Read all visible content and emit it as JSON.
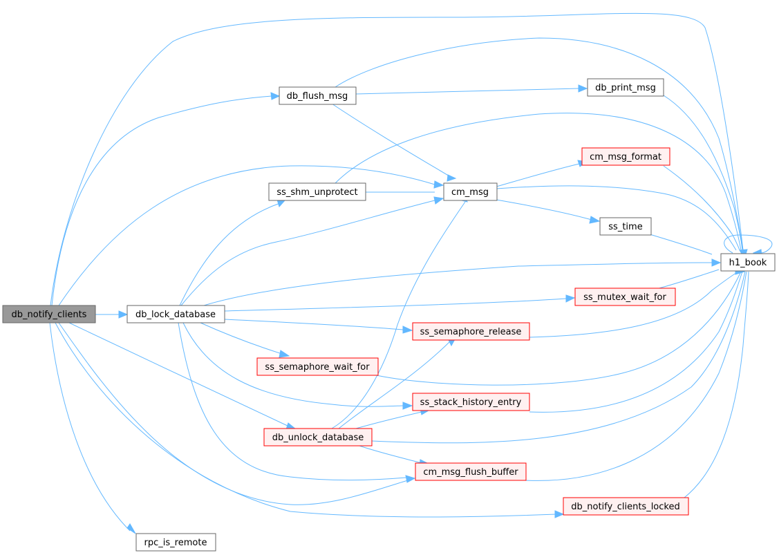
{
  "colors": {
    "edge": "#63b8ff",
    "root_fill": "#999999",
    "root_border": "#666666",
    "plain_fill": "#ffffff",
    "plain_border": "#666666",
    "truncated_fill": "#fff0f0",
    "truncated_border": "#ff0000"
  },
  "nodes": {
    "db_notify_clients": "db_notify_clients",
    "db_lock_database": "db_lock_database",
    "rpc_is_remote": "rpc_is_remote",
    "db_flush_msg": "db_flush_msg",
    "ss_shm_unprotect": "ss_shm_unprotect",
    "ss_semaphore_wait_for": "ss_semaphore_wait_for",
    "db_unlock_database": "db_unlock_database",
    "cm_msg": "cm_msg",
    "ss_semaphore_release": "ss_semaphore_release",
    "ss_stack_history_entry": "ss_stack_history_entry",
    "cm_msg_flush_buffer": "cm_msg_flush_buffer",
    "db_print_msg": "db_print_msg",
    "cm_msg_format": "cm_msg_format",
    "ss_time": "ss_time",
    "ss_mutex_wait_for": "ss_mutex_wait_for",
    "db_notify_clients_locked": "db_notify_clients_locked",
    "h1_book": "h1_book"
  },
  "node_style": {
    "db_notify_clients": "root",
    "db_lock_database": "plain",
    "rpc_is_remote": "plain",
    "db_flush_msg": "plain",
    "ss_shm_unprotect": "plain",
    "ss_semaphore_wait_for": "truncated",
    "db_unlock_database": "truncated",
    "cm_msg": "plain",
    "ss_semaphore_release": "truncated",
    "ss_stack_history_entry": "truncated",
    "cm_msg_flush_buffer": "truncated",
    "db_print_msg": "plain",
    "cm_msg_format": "truncated",
    "ss_time": "plain",
    "ss_mutex_wait_for": "truncated",
    "db_notify_clients_locked": "truncated",
    "h1_book": "plain"
  },
  "edges": [
    [
      "db_notify_clients",
      "db_lock_database"
    ],
    [
      "db_notify_clients",
      "db_flush_msg"
    ],
    [
      "db_notify_clients",
      "cm_msg"
    ],
    [
      "db_notify_clients",
      "h1_book"
    ],
    [
      "db_notify_clients",
      "db_unlock_database"
    ],
    [
      "db_notify_clients",
      "cm_msg_flush_buffer"
    ],
    [
      "db_notify_clients",
      "db_notify_clients_locked"
    ],
    [
      "db_notify_clients",
      "rpc_is_remote"
    ],
    [
      "db_lock_database",
      "ss_shm_unprotect"
    ],
    [
      "db_lock_database",
      "cm_msg"
    ],
    [
      "db_lock_database",
      "h1_book"
    ],
    [
      "db_lock_database",
      "ss_mutex_wait_for"
    ],
    [
      "db_lock_database",
      "ss_semaphore_release"
    ],
    [
      "db_lock_database",
      "ss_semaphore_wait_for"
    ],
    [
      "db_lock_database",
      "ss_stack_history_entry"
    ],
    [
      "db_lock_database",
      "cm_msg_flush_buffer"
    ],
    [
      "db_flush_msg",
      "db_print_msg"
    ],
    [
      "db_flush_msg",
      "h1_book"
    ],
    [
      "db_flush_msg",
      "cm_msg"
    ],
    [
      "ss_shm_unprotect",
      "cm_msg"
    ],
    [
      "ss_shm_unprotect",
      "h1_book"
    ],
    [
      "cm_msg",
      "cm_msg_format"
    ],
    [
      "cm_msg",
      "h1_book"
    ],
    [
      "cm_msg",
      "ss_time"
    ],
    [
      "db_print_msg",
      "h1_book"
    ],
    [
      "cm_msg_format",
      "h1_book"
    ],
    [
      "ss_time",
      "h1_book"
    ],
    [
      "ss_mutex_wait_for",
      "h1_book"
    ],
    [
      "ss_semaphore_release",
      "h1_book"
    ],
    [
      "ss_semaphore_wait_for",
      "h1_book"
    ],
    [
      "ss_stack_history_entry",
      "h1_book"
    ],
    [
      "db_unlock_database",
      "cm_msg"
    ],
    [
      "db_unlock_database",
      "ss_semaphore_release"
    ],
    [
      "db_unlock_database",
      "ss_stack_history_entry"
    ],
    [
      "db_unlock_database",
      "h1_book"
    ],
    [
      "db_unlock_database",
      "cm_msg_flush_buffer"
    ],
    [
      "cm_msg_flush_buffer",
      "h1_book"
    ],
    [
      "db_notify_clients_locked",
      "h1_book"
    ],
    [
      "h1_book",
      "h1_book"
    ]
  ]
}
